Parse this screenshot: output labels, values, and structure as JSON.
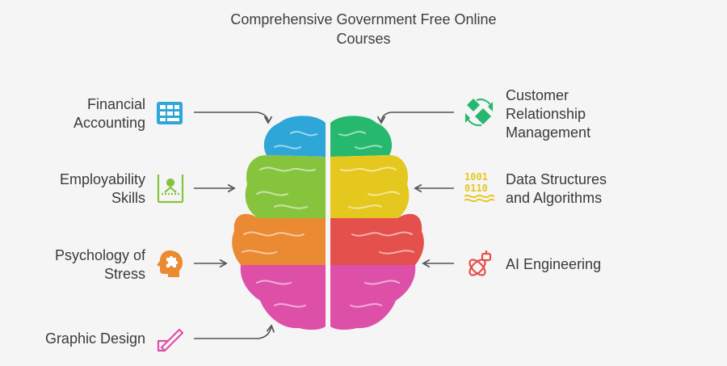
{
  "title": {
    "line1": "Comprehensive Government Free Online",
    "line2": "Courses"
  },
  "colors": {
    "blue": "#2ea6d8",
    "green_dark": "#27b86f",
    "lime": "#86c43e",
    "yellow": "#e4c81e",
    "orange": "#ea8a32",
    "red": "#e4504c",
    "pink": "#de4fa8",
    "line": "#555555"
  },
  "courses": {
    "financial": {
      "line1": "Financial",
      "line2": "Accounting",
      "icon": "calculator-grid-icon"
    },
    "employability": {
      "line1": "Employability",
      "line2": "Skills",
      "icon": "worker-icon"
    },
    "psychology": {
      "line1": "Psychology of",
      "line2": "Stress",
      "icon": "head-puzzle-icon"
    },
    "graphic": {
      "line1": "Graphic Design",
      "icon": "pen-tool-icon"
    },
    "crm": {
      "line1": "Customer",
      "line2": "Relationship",
      "line3": "Management",
      "icon": "handshake-icon"
    },
    "dsa": {
      "line1": "Data Structures",
      "line2": "and Algorithms",
      "icon": "binary-code-icon"
    },
    "ai": {
      "line1": "AI Engineering",
      "icon": "robot-atom-icon"
    }
  },
  "binary_icon_text": {
    "top": "1001",
    "bottom": "0110"
  }
}
